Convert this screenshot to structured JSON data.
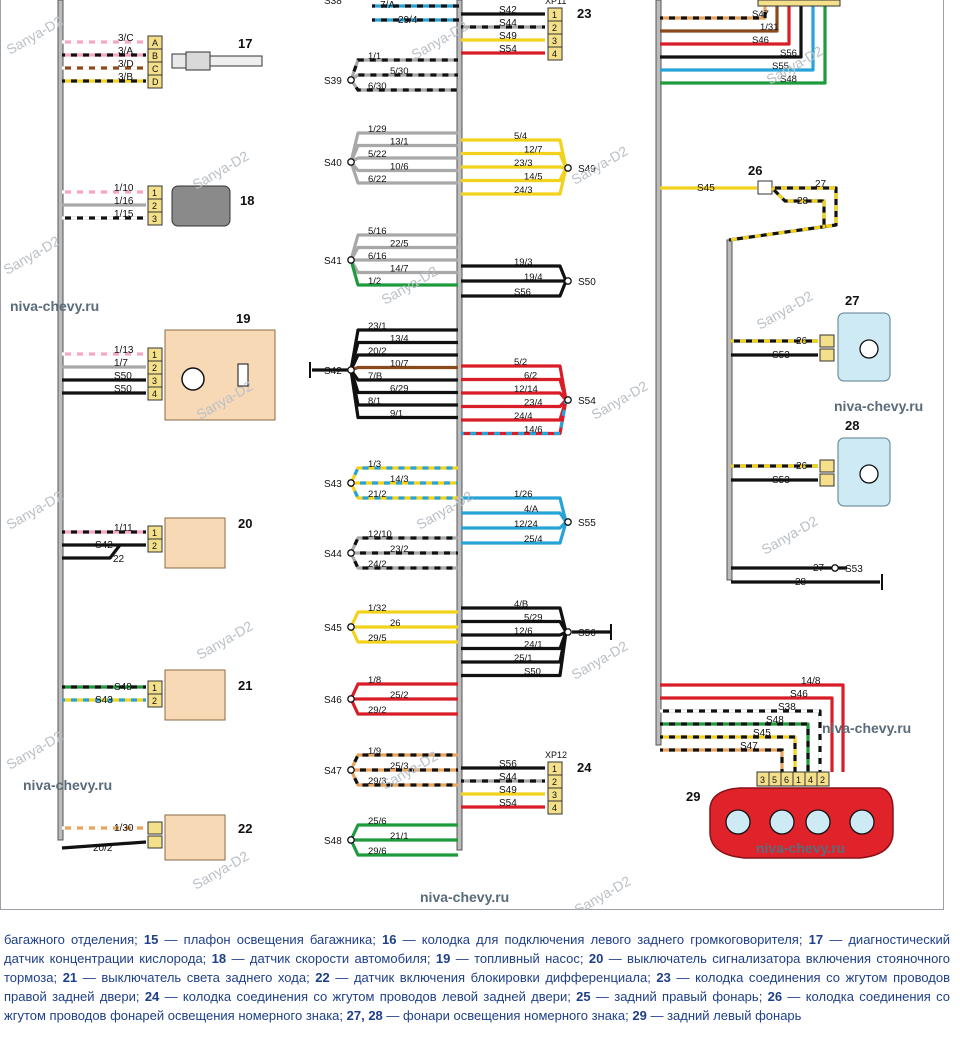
{
  "site_labels": [
    "niva-chevy.ru",
    "niva-chevy.ru",
    "niva-chevy.ru",
    "niva-chevy.ru",
    "niva-chevy.ru",
    "niva-chevy.ru"
  ],
  "watermark": "Sanya-D2",
  "colors": {
    "black": "#111111",
    "yellow": "#f3d21b",
    "red": "#d81d28",
    "green": "#1c9a3c",
    "blue": "#27a3d8",
    "pink": "#f3a7c4",
    "grey": "#a8a8a8",
    "brown": "#8b4a1c",
    "orange": "#e8a45c",
    "white": "#ffffff",
    "connector_fill": "#f4e08a",
    "component_fill": "#f8d9b6",
    "lamp_fill": "#cdeaf5",
    "taillight_fill": "#e0232b"
  },
  "components": {
    "c17": {
      "number": "17",
      "pins": [
        "A",
        "B",
        "C",
        "D"
      ],
      "wires": [
        "3/C",
        "3/A",
        "3/D",
        "3/B"
      ]
    },
    "c18": {
      "number": "18",
      "pins": [
        "1",
        "2",
        "3"
      ],
      "wires": [
        "1/10",
        "1/16",
        "1/15"
      ]
    },
    "c19": {
      "number": "19",
      "pins": [
        "1",
        "2",
        "3",
        "4"
      ],
      "wires": [
        "1/13",
        "1/7",
        "S50",
        "S50"
      ]
    },
    "c20": {
      "number": "20",
      "pins": [
        "1",
        "2"
      ],
      "wires": [
        "1/11",
        "S42",
        "22"
      ]
    },
    "c21": {
      "number": "21",
      "pins": [
        "1",
        "2"
      ],
      "wires": [
        "S48",
        "S43"
      ]
    },
    "c22": {
      "number": "22",
      "wires": [
        "1/30",
        "20/2"
      ]
    },
    "c23": {
      "number": "23",
      "header": "XP11",
      "pins": [
        "1",
        "2",
        "3",
        "4"
      ],
      "wires": [
        "S42",
        "S44",
        "S49",
        "S54"
      ]
    },
    "c24": {
      "number": "24",
      "header": "XP12",
      "pins": [
        "1",
        "2",
        "3",
        "4"
      ],
      "wires": [
        "S56",
        "S44",
        "S49",
        "S54"
      ]
    },
    "c26": {
      "number": "26",
      "wires": [
        "S45",
        "27",
        "28"
      ]
    },
    "c27": {
      "number": "27",
      "wires": [
        "26",
        "S53"
      ]
    },
    "c28": {
      "number": "28",
      "wires": [
        "26",
        "S53"
      ]
    },
    "c29": {
      "number": "29",
      "pins": [
        "3",
        "5",
        "6",
        "1",
        "4",
        "2"
      ],
      "wires": [
        "14/8",
        "S46",
        "S38",
        "S48",
        "S45",
        "S47"
      ]
    },
    "c27_28_ground": {
      "wires": [
        "27",
        "28"
      ],
      "splice": "S53"
    },
    "top_right_block": {
      "wires": [
        "S47",
        "1/31",
        "S46",
        "S56",
        "S55",
        "S48"
      ]
    },
    "top_left_block": {
      "splice": "S38",
      "wires": [
        "7/A",
        "29/4"
      ]
    }
  },
  "splices": [
    {
      "name": "S39",
      "wires": [
        "1/1",
        "5/30",
        "6/30"
      ]
    },
    {
      "name": "S40",
      "wires": [
        "1/29",
        "13/1",
        "5/22",
        "10/6",
        "6/22"
      ]
    },
    {
      "name": "S41",
      "wires": [
        "5/16",
        "22/5",
        "6/16",
        "14/7",
        "1/2"
      ]
    },
    {
      "name": "S42",
      "wires": [
        "23/1",
        "13/4",
        "20/2",
        "10/7",
        "7/B",
        "6/29",
        "8/1",
        "9/1"
      ]
    },
    {
      "name": "S43",
      "wires": [
        "1/3",
        "14/3",
        "21/2"
      ]
    },
    {
      "name": "S44",
      "wires": [
        "12/10",
        "23/2",
        "24/2"
      ]
    },
    {
      "name": "S45",
      "wires": [
        "1/32",
        "26",
        "29/5"
      ]
    },
    {
      "name": "S46",
      "wires": [
        "1/8",
        "25/2",
        "29/2"
      ]
    },
    {
      "name": "S47",
      "wires": [
        "1/9",
        "25/3",
        "29/3"
      ]
    },
    {
      "name": "S48",
      "wires": [
        "25/6",
        "21/1",
        "29/6"
      ]
    },
    {
      "name": "S49",
      "wires": [
        "5/4",
        "12/7",
        "23/3",
        "14/5",
        "24/3"
      ]
    },
    {
      "name": "S50",
      "wires": [
        "19/3",
        "19/4",
        "S56"
      ]
    },
    {
      "name": "S54",
      "wires": [
        "5/2",
        "6/2",
        "12/14",
        "23/4",
        "24/4",
        "14/6"
      ]
    },
    {
      "name": "S55",
      "wires": [
        "1/26",
        "4/A",
        "12/24",
        "25/4"
      ]
    },
    {
      "name": "S56",
      "wires": [
        "4/B",
        "5/29",
        "12/6",
        "24/1",
        "25/1",
        "S50"
      ]
    }
  ],
  "caption": [
    {
      "t": "багажного отделения; "
    },
    {
      "n": "15"
    },
    {
      "t": " — плафон освещения багажника; "
    },
    {
      "n": "16"
    },
    {
      "t": " — колодка для подключения левого заднего громкоговорителя; "
    },
    {
      "n": "17"
    },
    {
      "t": " — диагностический датчик концентрации кислорода; "
    },
    {
      "n": "18"
    },
    {
      "t": " — датчик скорости автомобиля; "
    },
    {
      "n": "19"
    },
    {
      "t": " — топливный насос; "
    },
    {
      "n": "20"
    },
    {
      "t": " — выключатель сигнализатора включения стояночного тормоза; "
    },
    {
      "n": "21"
    },
    {
      "t": " — выключатель света заднего хода; "
    },
    {
      "n": "22"
    },
    {
      "t": " — датчик включения блокировки дифференциала; "
    },
    {
      "n": "23"
    },
    {
      "t": " — колодка соединения со жгутом проводов правой задней двери; "
    },
    {
      "n": "24"
    },
    {
      "t": " — колодка соединения со жгутом проводов левой задней двери; "
    },
    {
      "n": "25"
    },
    {
      "t": " — задний правый фонарь; "
    },
    {
      "n": "26"
    },
    {
      "t": " — колодка соединения со жгутом проводов фонарей освещения номерного знака; "
    },
    {
      "n": "27, 28"
    },
    {
      "t": " — фонари освещения номерного знака; "
    },
    {
      "n": "29"
    },
    {
      "t": " — задний левый фонарь"
    }
  ]
}
